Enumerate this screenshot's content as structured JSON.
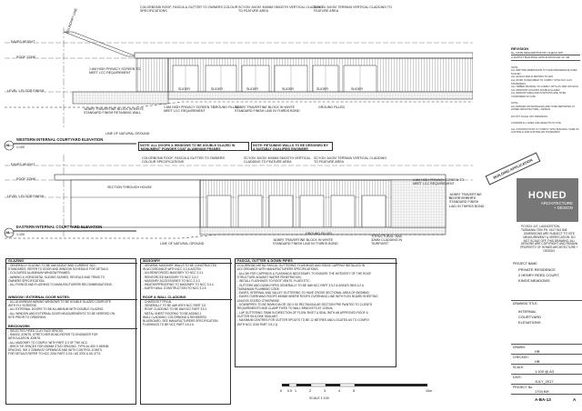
{
  "elevation_top": {
    "title": "WESTERN INTERNAL COURTYARD ELEVATION",
    "badge_num": "01",
    "scale": "1:100",
    "level_eaves": "EAVES HEIGHT",
    "level_roof": "ROOF ZONE",
    "level_ffl": "LEVEL 1 FLOOR FINISH",
    "boundary": "BOUNDARY LINE",
    "callouts": {
      "colorbond": "COLORBOND ROOF, FASCIA & GUTTER TO OWNERS COLOUR SPECIFICATIONS",
      "cladding_feature": "SCYON 'AXON' 400MM SMOOTH VERTICAL CLADDING TO FEATURE AREA",
      "cladding_feature2": "SCYON 'AXON' TERRAIN VERTICAL CLADDING TO FEATURE AREA",
      "privacy_screen": "1.6M HIGH PRIVACY SCREEN TO MEET LCC REQUIREMENT",
      "retaining": "'ADBRI' TRAVERTINE BLOCK IN WHITE STANDARD FINISH RETAINING WALL",
      "privacy2": "1.6M HIGH PRIVACY SCREEN TO MEET LCC REQUIREMENT",
      "adbri2": "'ADBRI' TRAVERTINE BLOCK IN WHITE STANDARD FINISH LAID IN THIRDS BOND",
      "ground": "GROUND FILLED",
      "ground2": "GROUND FILLED",
      "natural": "LINE OF NATURAL GROUND",
      "slider": "SLIDER"
    },
    "notes": [
      "NOTE: ALL DOORS & WINDOWS TO BE DOUBLE GLAZED IN 'MONUMENT' POWDER COAT ALUMINIUM FRAMES",
      "NOTE: RETAINING WALLS TO BE DESIGNED BY A SUITABLY QUALIFIED ENGINEER"
    ]
  },
  "elevation_bottom": {
    "title": "EASTERN INTERNAL COURTYARD ELEVATION",
    "badge_num": "01",
    "scale": "1:100",
    "stamp": "BUILDING APPLICATION",
    "callouts": {
      "colorbond": "COLORBOND ROOF, FASCIA & GUTTER TO OWNERS COLOUR SPECIFICATIONS",
      "cladding": "SCYON 'AXON' 400MM SMOOTH VERTICAL CLADDING TO FEATURE AREA",
      "cladding2": "SCYON 'AXON' TERRAIN VERTICAL CLADDING TO FEATURE AREA",
      "section": "SECTION THROUGH HOUSE",
      "privacy": "1.6M HIGH PRIVACY SCREEN TO MEET LCC REQUIREMENT",
      "adbri_right": "'ADBRI' TRAVERTINE BLOCK IN WHITE STANDARD FINISH LAID IN THIRDS BOND",
      "ground": "GROUND FILLED",
      "adbri_bottom": "'ADBRI' TRAVERTINE BLOCK IN WHITE STANDARD FINISH LAID IN THIRDS BOND",
      "structural": "'STRUCTURAL' NAIL 32MM CLADDING IN 'SURFMIST'",
      "natural": "LINE OF NATURAL GROUND"
    }
  },
  "revision": {
    "title": "REVISION",
    "columns": "No.  DATE  DESCRIPTION  BY  CHECK  APP",
    "row": "A  30/07/17  BUILDING APPLICATION  AR  CF  JM"
  },
  "general_notes": [
    "NOTE:",
    "ALL WRITTEN DIMENSIONS TO TAKE PRECEDENCE OVER SCALED",
    "ALL LEVELS ARE IN METRES TO AHD",
    "ALL WORK IS REQUIRED TO COMPLY WITH NCC & AS STANDARDS",
    "ALL TIMBER FRAMING TO COMPLY WITH AS 1684 OR NASH",
    "ALL WINDOWS & DOORS DOUBLE GLAZED",
    "ALL WINDOW SIZES AND POSITIONS ARE TO BE CONFIRMED ON SITE",
    "",
    "NOTE:",
    "ALL ERRORS OR ANOMALIES ARE TO BE REPORTED TO HONED ARCHITECTURE + DESIGN",
    "",
    "DO NOT SCALE OFF DRAWINGS",
    "",
    "CONFIRM ALL SIZES AND HEIGHTS ON SITE",
    "",
    "ALL CONSTRUCTION TO COMPLY WITH BUILDING CODE OF AUSTRALIA AND AUSTRALIAN STANDARDS"
  ],
  "firm": {
    "name": "HONED",
    "line2": "ARCHITECTURE",
    "line3": "+ DESIGN",
    "address1": "PO BOX 147, LAUNCESTON,",
    "address2": "TASMANIA 7250    PH. 0417 541 846",
    "disclaimer": "DIMENSIONS ARE SUBJECT TO SITE MEASUREMENT & VERIFICATION. DO NOT SCALE OFF THIS DRAWING. ALL DESIGNS ARE COPYRIGHT AND REMAIN PROPERTY OF HONED ARCHITECTURE + DESIGN."
  },
  "title_block": {
    "project_name_label": "PROJECT NAME:",
    "project_name": "PRIVATE RESIDENCE",
    "project_addr1": "2 HENRY REED COURT,",
    "project_addr2": "KINGS MEADOWS",
    "drawing_title_label": "DRAWING TITLE:",
    "drawing_title1": "INTERNAL",
    "drawing_title2": "COURTYARD",
    "drawing_title3": "ELEVATIONS",
    "drawn_label": "DRAWN:",
    "drawn": "HB",
    "checked_label": "CHECKED:",
    "checked": "HB",
    "scale_label": "SCALE:",
    "scale": "1:100 @ A3",
    "date_label": "DATE:",
    "date": "JULY_2017",
    "project_no_label": "PROJECT No.",
    "project_no": "1704 BH",
    "drawing_no": "A-BA-13",
    "rev": "A"
  },
  "scale_bar": {
    "labels": [
      "0",
      "0.5",
      "1",
      "2",
      "3",
      "4",
      "5",
      "10m"
    ],
    "caption": "SCALE 1:100"
  },
  "specs": {
    "glazing": {
      "title": "GLAZING",
      "lines": [
        "- GENERALLY GLAZING TO BE IAW AS2047 AND CURRENT NCC",
        "  STANDARDS. REFER TO DOOR AND WINDOW SCHEDULE FOR DETAILS.",
        "- COLOURED ALUMINIUM WINDOW FRAMES.",
        "- AWNING & HORIZONTAL SLIDING SASHES, REVEALS AND TRIMS TO",
        "  OWNERS SPECIFICATION.",
        "- ALL FIXINGS AND FLASHING TO MANUFACTURERS RECOMMENDATIONS."
      ]
    },
    "window": {
      "title": "WINDOW / EXTERNAL DOOR NOTES:",
      "lines": [
        "- ALL ALUMINIUM AWNING WINDOWS TO BE DOUBLE GLAZED COMPLETE",
        "  WITH FLY SCREENS.",
        "- ALL EXTERNAL DOORS TO BE ALUMINIUM WITH DOUBLE GLAZING.",
        "- ALL WINDOW AND EXTERNAL DOOR MEASUREMENTS TO BE VERIFIED ON",
        "  SITE PRIOR TO ORDERING."
      ]
    },
    "brickwork": {
      "title": "BRICKWORK",
      "lines": [
        "- SELECTED FIRED CLAY FACE BRICKS.",
        "- RAKED JOINTS, STRETCHER BOND REFER TO ENGINEER FOR",
        "  ARTICULATION JOINTS.",
        "- ALL MASONRY TO COMPLY WITH PART 3.3 OF THE NCC.",
        "- BRICK TIE SPACES FOR 450MM STUD SPACING, TYPICAL 600 X 450MM",
        "  SPACING, 300 X 225MM AT OPENINGS AND WITH CONTROL JOINTS.",
        "  FOR DETAILS REFER TO NCC 2016 PART 3.3.5 / AS 3700 & AS 4773."
      ]
    },
    "masonry": {
      "title": "MASONRY",
      "lines": [
        "- GENERAL MASONRY WALLS TO BE CONSTRUCTED",
        "  IN ACCORDANCE WITH NCC 3.3 & AS3700.",
        "- UN-REINFORCED MASONRY TO NCC 3.3.1",
        "- REINFORCED MASONRY TO NCC 3.3.2",
        "- MASONRY ACCESSORIES TO NCC 3.3.3",
        "- WEATHERPROOFING TO MASONRY TO NCC 3.3.4",
        "- EARTH WALL CONSTRUCTION TO NCC 3.3.5"
      ]
    },
    "roof": {
      "title": "ROOF & WALL CLADDING",
      "lines": [
        "- CHARGOS TYPICAL",
        "- GENERALLY TO BE IAW WITH NCC PART 3.5",
        "- ROOF CLADDING TO BE IAW NCC PART 3.5.1",
        "- METAL SHEET ROOFING TO BE AS1562.1",
        "WALL CLADDING: COLORBOND & RENDERED",
        "BLUEBOARD. SEE MANUFACTURERS SPECIFICATION,",
        "FLASHINGS TO BE NCC PART 3.5.3.6."
      ]
    },
    "fascia": {
      "title": "FASCIA, GUTTER & DOWN PIPES",
      "lines": [
        "COLORBOND METAL FASCIA, GUTTERING, FLASHINGS AND RIDGE CAPPING INSTALLED IN",
        "ACCORDANCE WITH MANUFACTURERS SPECIFICATIONS.",
        "- ALLOW FOR CAPPINGS & FLASHINGS NECESSARY TO ENSURE THE INTEGRITY OF THE ROOF",
        "  STRUCTURE AGAINST WATER PENETRATION.",
        "- INSTALL FLASHINGS TO ROOF VENTS, FLUES ETC.",
        "- GUTTERS AND DOWN PIPES GENERALLY TO BE IAW NCC PART 3.5.2 & AS/NZS 3500.3.2 &",
        "  TASMANIAN PLUMBING CODE.",
        "- EAVES, INTERNAL AND VALLEY GUTTERING TO HAVE CROSS SECTIONAL AREA OF 6500MM2.",
        "- EAVES OVERHANG ROOFS 450MM WHERE ROOFS OVERHANG LINE WITH FLEX BOARD SHEETING",
        "  UNLESS STATED OTHERWISE.",
        "- DOWNPIPES TO BE 90MM DIA OR 100 X 50 RECTANGULAR SECTION PRE PAINTED TO CLIENTS",
        "  REQUIREMENTS AND CLAMP FIXED TO WALL BRACKETS AT 1200crs.",
        "- LAP GUTTERING 75MM IN DIRECTION OF FLOW, RIVET & SEAL WITH AN APPROVED ROOF &",
        "  GUTTER SILICONE SEALANT.",
        "- MAXIMUM CENTRES FOR GUTTER SPOUTS TO BE 12 METRES AND LOCATED AS TO COMPLY",
        "  WITH NCC 2016 PART 3.5.2.Q"
      ]
    }
  }
}
